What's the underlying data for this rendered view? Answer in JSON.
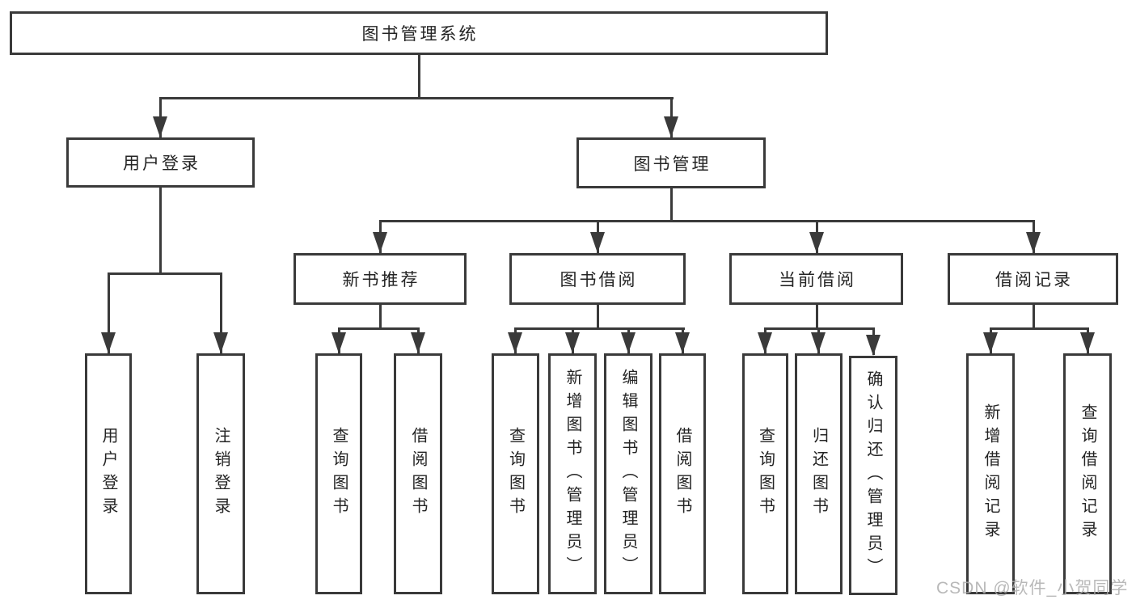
{
  "page": {
    "background": "#ffffff"
  },
  "colors": {
    "line": "#3a3a3a",
    "box_border": "#3a3a3a",
    "box_fill": "#ffffff",
    "text": "#242424",
    "watermark": "#adadad"
  },
  "watermark": "CSDN @软件_小贺同学",
  "nodes": {
    "root": "图书管理系统",
    "user_login": "用户登录",
    "book_management": "图书管理",
    "new_book_recommend": "新书推荐",
    "book_borrow": "图书借阅",
    "current_borrow": "当前借阅",
    "borrow_records": "借阅记录",
    "leaf_user_login": "用户登录",
    "leaf_logout": "注销登录",
    "leaf_rec_query_books": "查询图书",
    "leaf_rec_borrow_books": "借阅图书",
    "leaf_bb_query_books": "查询图书",
    "leaf_bb_add_books": "新增图书（管理员）",
    "leaf_bb_edit_books": "编辑图书（管理员）",
    "leaf_bb_borrow_books": "借阅图书",
    "leaf_cb_query_books": "查询图书",
    "leaf_cb_return_books": "归还图书",
    "leaf_cb_confirm_return": "确认归还（管理员）",
    "leaf_br_add_record": "新增借阅记录",
    "leaf_br_query_record": "查询借阅记录"
  }
}
